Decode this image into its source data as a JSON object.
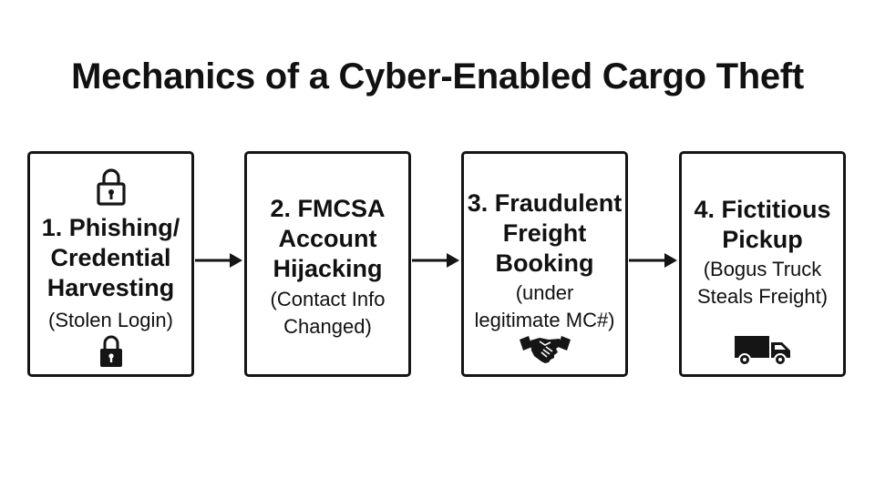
{
  "title": "Mechanics of a Cyber-Enabled Cargo Theft",
  "steps": [
    {
      "heading": "1. Phishing/\nCredential\nHarvesting",
      "detail": "(Stolen Login)",
      "icons": [
        "lock-outline-icon",
        "lock-filled-icon"
      ]
    },
    {
      "heading": "2. FMCSA\nAccount\nHijacking",
      "detail": "(Contact Info\nChanged)",
      "icons": []
    },
    {
      "heading": "3. Fraudulent\nFreight\nBooking",
      "detail": "(under\nlegitimate MC#)",
      "icons": [
        "handshake-icon"
      ]
    },
    {
      "heading": "4. Fictitious\nPickup",
      "detail": "(Bogus Truck\nSteals Freight)",
      "icons": [
        "truck-icon"
      ]
    }
  ],
  "colors": {
    "stroke": "#151515",
    "text": "#111111",
    "background": "#ffffff"
  }
}
